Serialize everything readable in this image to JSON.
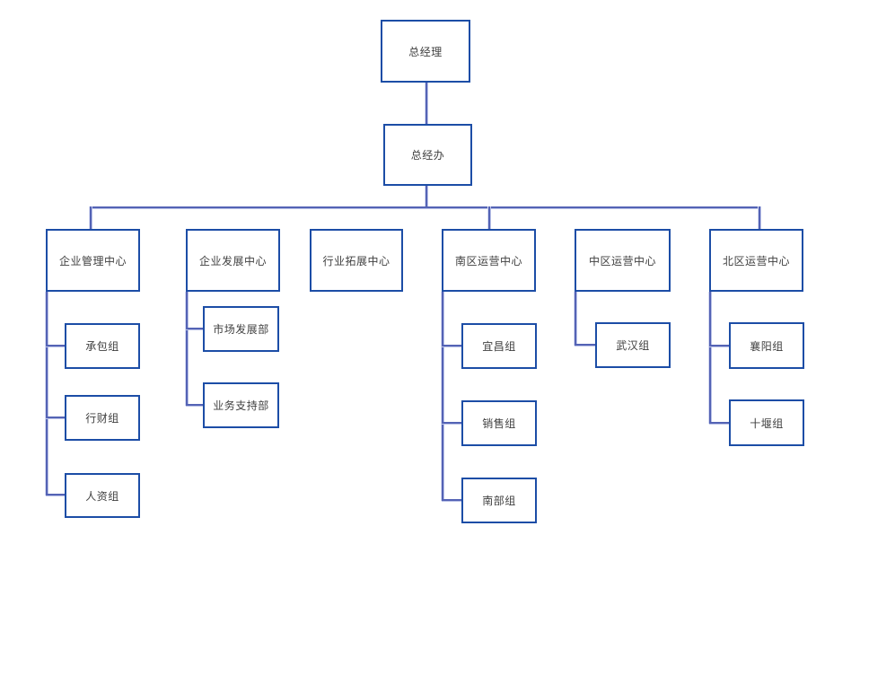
{
  "org_chart": {
    "nodes": {
      "gm": {
        "label": "总经理"
      },
      "gmo": {
        "label": "总经办"
      },
      "mgmt_center": {
        "label": "企业管理中心"
      },
      "dev_center": {
        "label": "企业发展中心"
      },
      "industry_center": {
        "label": "行业拓展中心"
      },
      "south_center": {
        "label": "南区运营中心"
      },
      "central_center": {
        "label": "中区运营中心"
      },
      "north_center": {
        "label": "北区运营中心"
      },
      "contract_group": {
        "label": "承包组"
      },
      "admin_finance_group": {
        "label": "行财组"
      },
      "hr_group": {
        "label": "人资组"
      },
      "market_dev_dept": {
        "label": "市场发展部"
      },
      "biz_support_dept": {
        "label": "业务支持部"
      },
      "yichang_group": {
        "label": "宜昌组"
      },
      "sales_group": {
        "label": "销售组"
      },
      "south_group": {
        "label": "南部组"
      },
      "wuhan_group": {
        "label": "武汉组"
      },
      "xiangyang_group": {
        "label": "襄阳组"
      },
      "shiyan_group": {
        "label": "十堰组"
      }
    },
    "hierarchy": {
      "总经理": [
        "总经办"
      ],
      "总经办": [
        "企业管理中心",
        "企业发展中心",
        "行业拓展中心",
        "南区运营中心",
        "中区运营中心",
        "北区运营中心"
      ],
      "企业管理中心": [
        "承包组",
        "行财组",
        "人资组"
      ],
      "企业发展中心": [
        "市场发展部",
        "业务支持部"
      ],
      "行业拓展中心": [],
      "南区运营中心": [
        "宜昌组",
        "销售组",
        "南部组"
      ],
      "中区运营中心": [
        "武汉组"
      ],
      "北区运营中心": [
        "襄阳组",
        "十堰组"
      ]
    },
    "colors": {
      "node_border": "#1c4da6",
      "connector": "#5463b5",
      "connector_light": "#b9c1e7",
      "text": "#404040",
      "background": "#ffffff"
    }
  }
}
